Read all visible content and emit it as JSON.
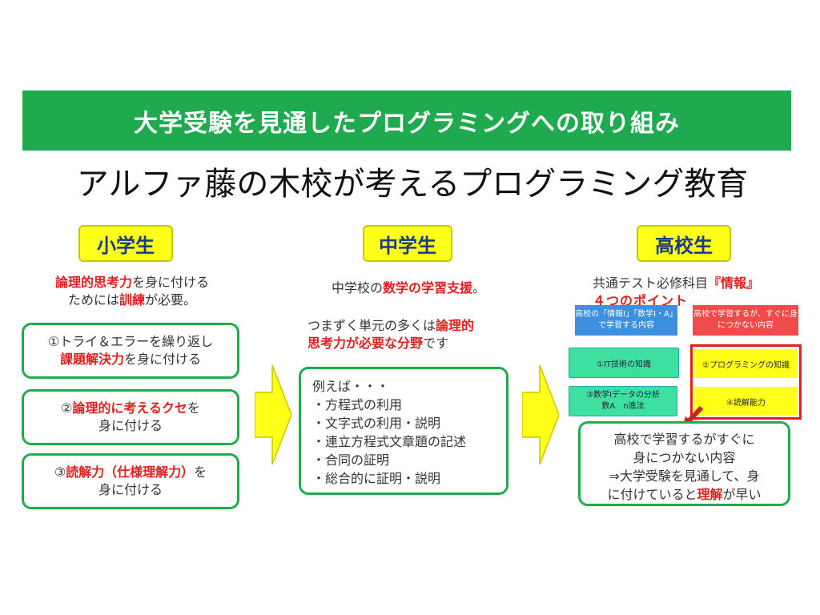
{
  "banner": "大学受験を見通したプログラミングへの取り組み",
  "subtitle": "アルファ藤の木校が考えるプログラミング教育",
  "elementary": {
    "tag": "小学生",
    "intro": [
      "論理的思考力",
      "を身に付ける",
      "ためには",
      "訓練",
      "が必要。"
    ],
    "box1": [
      "①トライ＆エラーを繰り返し",
      "課題解決力",
      "を身に付ける"
    ],
    "box2": [
      "②",
      "論理的に考えるクセ",
      "を",
      "身に付ける"
    ],
    "box3": [
      "③",
      "読解力（仕様理解力）",
      "を",
      "身に付ける"
    ]
  },
  "junior": {
    "tag": "中学生",
    "intro1": [
      "中学校の",
      "数学の学習支援",
      "。"
    ],
    "intro2": [
      "つまずく単元の多くは",
      "論理的",
      "思考力が必要な分野",
      "です"
    ],
    "list": [
      "例えば・・・",
      "・方程式の利用",
      "・文字式の利用・説明",
      "・連立方程式文章題の記述",
      "・合同の証明",
      "・総合的に証明・説明"
    ]
  },
  "senior": {
    "tag": "高校生",
    "intro": [
      "共通テスト必修科目",
      "『情報』",
      "４つのポイント"
    ],
    "blue_label": "高校の「情報Ⅰ」「数学Ⅰ・A」で学習する内容",
    "red_label": "高校で学習するが、すぐに身につかない内容",
    "p1": "①IT技術の知識",
    "p2": "②プログラミングの知識",
    "p3": "③数学Ⅰデータの分析\n数A　n進法",
    "p4": "④読解能力",
    "summary": [
      "高校で学習するがすぐに",
      "身につかない内容",
      "⇒大学受験を見通して、身",
      "に付けていると",
      "理解",
      "が早い"
    ]
  },
  "colors": {
    "green": "#1faa4f",
    "yellow": "#ffff1a",
    "red": "#e02020",
    "blue": "#3d8fe0",
    "mint": "#3ee0a0"
  }
}
